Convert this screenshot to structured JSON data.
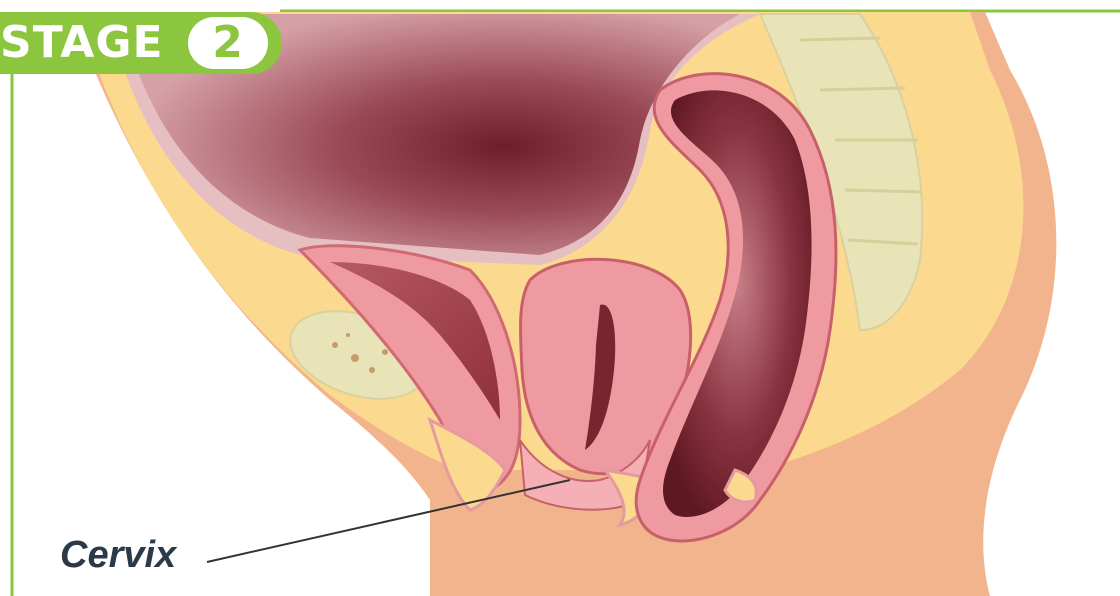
{
  "badge": {
    "text": "STAGE",
    "number": "2"
  },
  "labels": {
    "cervix": "Cervix"
  },
  "colors": {
    "frame_green": "#8cc63f",
    "skin": "#f2b48c",
    "fat": "#fbd98e",
    "cavity_dark": "#7a2430",
    "cavity_light": "#c8868f",
    "organ_pink": "#e88d92",
    "bone": "#e9e4b8"
  }
}
